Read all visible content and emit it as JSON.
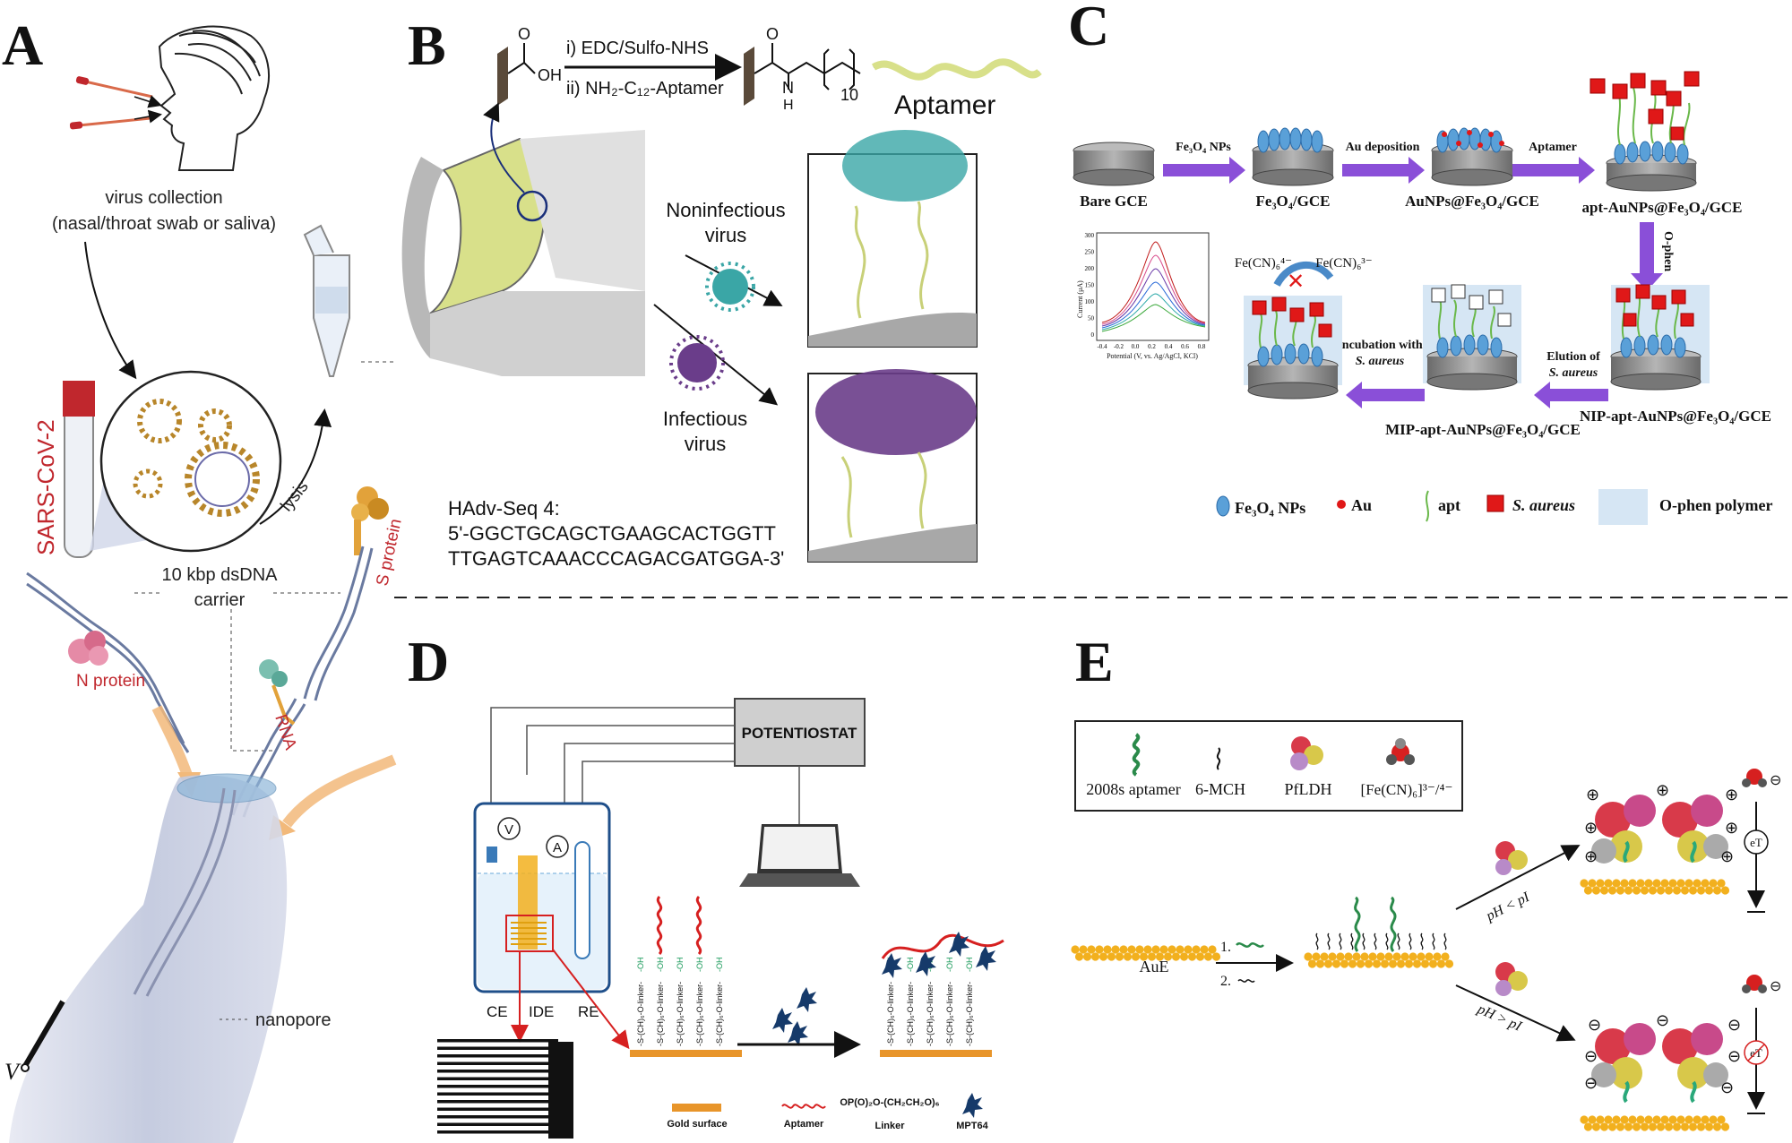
{
  "panels": {
    "A": {
      "letter": "A",
      "virus_collection": "virus collection",
      "swab_note": "(nasal/throat swab or saliva)",
      "sars": "SARS-CoV-2",
      "lysis": "lysis",
      "s_protein": "S protein",
      "carrier_line1": "10 kbp dsDNA",
      "carrier_line2": "carrier",
      "n_protein": "N protein",
      "rna": "RNA",
      "nanopore": "nanopore",
      "v": "V"
    },
    "B": {
      "letter": "B",
      "step1": "i) EDC/Sulfo-NHS",
      "step2": "ii) NH₂-C₁₂-Aptamer",
      "oh": "OH",
      "o1": "O",
      "o2": "O",
      "n": "N",
      "h": "H",
      "sub10": "10",
      "aptamer": "Aptamer",
      "noninf1": "Noninfectious",
      "noninf2": "virus",
      "inf1": "Infectious",
      "inf2": "virus",
      "seq_title": "HAdv-Seq 4:",
      "seq_line1": "5'-GGCTGCAGCTGAAGCACTGGTT",
      "seq_line2": "TTGAGTCAAACCCAGACGATGGA-3'"
    },
    "C": {
      "letter": "C",
      "bare_gce": "Bare GCE",
      "fe3o4_nps_arrow": "Fe₃O₄ NPs",
      "fe3o4_gce": "Fe₃O₄/GCE",
      "au_deposition": "Au deposition",
      "aunps_gce": "AuNPs@Fe₃O₄/GCE",
      "aptamer_arrow": "Aptamer",
      "apt_gce": "apt-AuNPs@Fe₃O₄/GCE",
      "ophen": "O-phen",
      "nip_gce": "NIP-apt-AuNPs@Fe₃O₄/GCE",
      "elution1": "Elution of",
      "elution2": "S. aureus",
      "mip_gce": "MIP-apt-AuNPs@Fe₃O₄/GCE",
      "incubation1": "Incubation with",
      "incubation2": "S. aureus",
      "fecn4": "Fe(CN)₆⁴⁻",
      "fecn3": "Fe(CN)₆³⁻",
      "inset_ylabel": "Current (μA)",
      "inset_xlabel": "Potential (V, vs. Ag/AgCl, KCl)",
      "inset_yticks": [
        "300",
        "250",
        "200",
        "150",
        "100",
        "50",
        "0"
      ],
      "inset_xticks": [
        "-0.4",
        "-0.2",
        "0.0",
        "0.2",
        "0.4",
        "0.6",
        "0.8"
      ],
      "legend_fe3o4": "Fe₃O₄ NPs",
      "legend_au": "Au",
      "legend_apt": "apt",
      "legend_saureus": "S. aureus",
      "legend_ophen": "O-phen polymer"
    },
    "D": {
      "letter": "D",
      "potentiostat": "POTENTIOSTAT",
      "v": "V",
      "a": "A",
      "ce": "CE",
      "ide": "IDE",
      "re": "RE",
      "chain": "-S-(CH)₆-O-linker-",
      "oh": "-OH",
      "gold_surface": "Gold surface",
      "aptamer": "Aptamer",
      "linker_formula": "OP(O)₂O-(CH₂CH₂O)₆",
      "linker": "Linker",
      "mpt64": "MPT64"
    },
    "E": {
      "letter": "E",
      "legend_aptamer": "2008s aptamer",
      "legend_mch": "6-MCH",
      "legend_pfldh": "PfLDH",
      "legend_fecn": "[Fe(CN)₆]³⁻/⁴⁻",
      "aue": "AuE",
      "step1": "1.",
      "step2": "2.",
      "ph_low": "pH < pI",
      "ph_high": "pH > pI",
      "et": "eT"
    }
  },
  "colors": {
    "purple_arrow": "#8a4fd8",
    "sars_red": "#c0272d",
    "aptamer_green": "#3a9a3a",
    "gold": "#f2b01e",
    "cyan_virus": "#3aa6a6",
    "purple_virus": "#6a3d8a",
    "ophen_blue": "#d6e6f4",
    "d_aptamer_red": "#d62020",
    "d_oh_green": "#1a9a5a"
  }
}
